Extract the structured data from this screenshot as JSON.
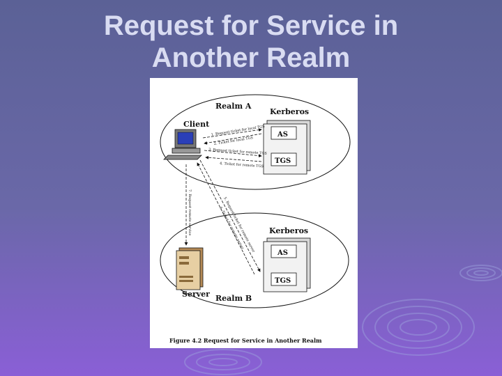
{
  "slide": {
    "title_line1": "Request for Service in",
    "title_line2": "Another Realm"
  },
  "figure": {
    "realm_a": "Realm A",
    "realm_b": "Realm B",
    "kerberos_a": "Kerberos",
    "kerberos_b": "Kerberos",
    "as_a": "AS",
    "tgs_a": "TGS",
    "as_b": "AS",
    "tgs_b": "TGS",
    "client": "Client",
    "server": "Server",
    "msg1": "1. Request ticket for local TGS",
    "msg2": "2. Ticket for local TGS",
    "msg3": "3. Request ticket for remote TGS",
    "msg4": "4. Ticket for remote TGS",
    "msg5": "5. Request ticket for remote server",
    "msg6": "6. Ticket for remote server",
    "msg7": "7. Request remote service",
    "caption": "Figure 4.2   Request for Service in Another Realm"
  },
  "colors": {
    "title": "#d9dcf2",
    "background_top": "#5b6196",
    "background_bottom": "#8a5fd6"
  }
}
